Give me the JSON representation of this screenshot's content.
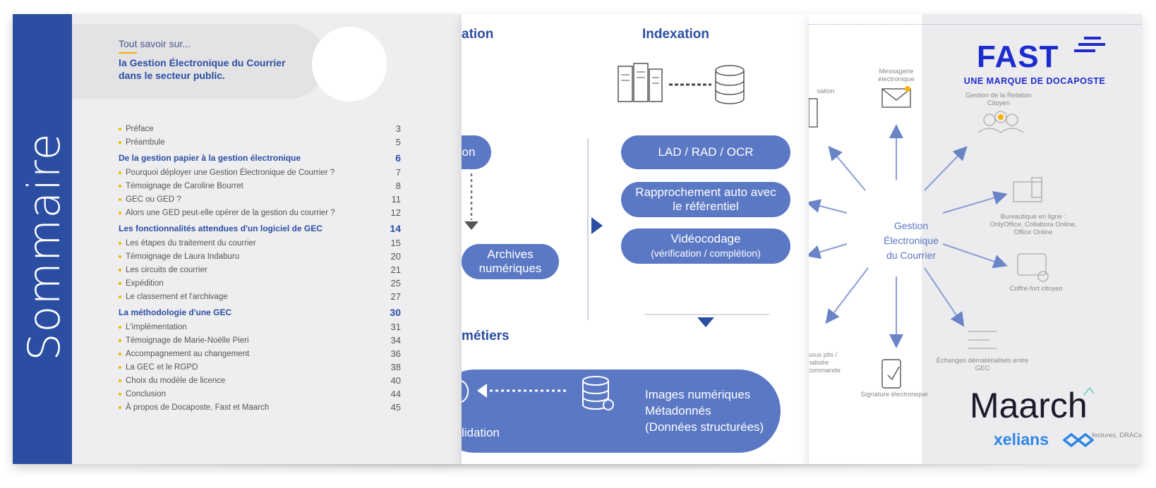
{
  "sommaire": {
    "vertical_title": "Sommaire",
    "intro_small": "Tout savoir sur...",
    "intro_bold": "la Gestion Électronique du Courrier dans le secteur public.",
    "entries": [
      {
        "kind": "item",
        "label": "Préface",
        "page": "3"
      },
      {
        "kind": "item",
        "label": "Préambule",
        "page": "5"
      },
      {
        "kind": "section",
        "label": "De la gestion papier à la gestion électronique",
        "page": "6"
      },
      {
        "kind": "item",
        "label": "Pourquoi déployer une Gestion Électronique de Courrier ?",
        "page": "7"
      },
      {
        "kind": "item",
        "label": "Témoignage de Caroline Bourret",
        "page": "8"
      },
      {
        "kind": "item",
        "label": "GEC ou GED ?",
        "page": "11"
      },
      {
        "kind": "item",
        "label": "Alors une GED peut-elle opérer de la gestion du courrier ?",
        "page": "12"
      },
      {
        "kind": "section",
        "label": "Les fonctionnalités attendues d'un logiciel de GEC",
        "page": "14"
      },
      {
        "kind": "item",
        "label": "Les étapes du traitement du courrier",
        "page": "15"
      },
      {
        "kind": "item",
        "label": "Témoignage de Laura Indaburu",
        "page": "20"
      },
      {
        "kind": "item",
        "label": "Les circuits de courrier",
        "page": "21"
      },
      {
        "kind": "item",
        "label": "Expédition",
        "page": "25"
      },
      {
        "kind": "item",
        "label": "Le classement et l'archivage",
        "page": "27"
      },
      {
        "kind": "section",
        "label": "La méthodologie d'une GEC",
        "page": "30"
      },
      {
        "kind": "item",
        "label": "L'implémentation",
        "page": "31"
      },
      {
        "kind": "item",
        "label": "Témoignage de Marie-Noëlle Pieri",
        "page": "34"
      },
      {
        "kind": "item",
        "label": "Accompagnement au changement",
        "page": "36"
      },
      {
        "kind": "item",
        "label": "La GEC et le RGPD",
        "page": "38"
      },
      {
        "kind": "item",
        "label": "Choix du modèle de licence",
        "page": "40"
      },
      {
        "kind": "item",
        "label": "Conclusion",
        "page": "44"
      },
      {
        "kind": "item",
        "label": "À propos de Docaposte, Fast et Maarch",
        "page": "45"
      }
    ]
  },
  "middle_diagram": {
    "heading_left": "ation",
    "heading_right": "Indexation",
    "pill_left_top": "ation",
    "pill_archives": "Archives numériques",
    "pill_lad": "LAD / RAD / OCR",
    "pill_rapprochement": "Rapprochement auto avec le référentiel",
    "pill_video_main": "Vidéocodage",
    "pill_video_sub": "(vérification / complétion)",
    "heading_bottom": "métiers",
    "big_text_line1": "Images numériques",
    "big_text_line2": "Métadonnés",
    "big_text_line3": "(Données structurées)",
    "big_left_text": "lidation"
  },
  "right_diagram": {
    "center_line1": "Gestion",
    "center_line2": "Électronique",
    "center_line3": "du Courrier",
    "label_messagerie": "Messagerie électronique",
    "label_sation": "sation",
    "label_grc": "Gestion de la Relation Citoyen",
    "label_bureautique": "Bureautique en ligne : OnlyOffice, Collabora Online, Office Online",
    "label_coffre": "Coffre-fort citoyen",
    "label_echanges": "Échanges dématérialisés entre GEC",
    "label_signature": "Signature électronique",
    "label_plis": "sous plis / nalisée commande",
    "label_prefectures": "fectures, DRACs",
    "brand_fast": "FAST",
    "brand_fast_sub": "UNE MARQUE DE DOCAPOSTE",
    "brand_maarch": "Maarch",
    "brand_xelians": "xelians"
  },
  "colors": {
    "brand_blue": "#2b4ea3",
    "pill_blue": "#5b78c4",
    "accent_yellow": "#f5b400",
    "fast_blue": "#1d2bcf",
    "xelians_blue": "#2e86e6"
  }
}
